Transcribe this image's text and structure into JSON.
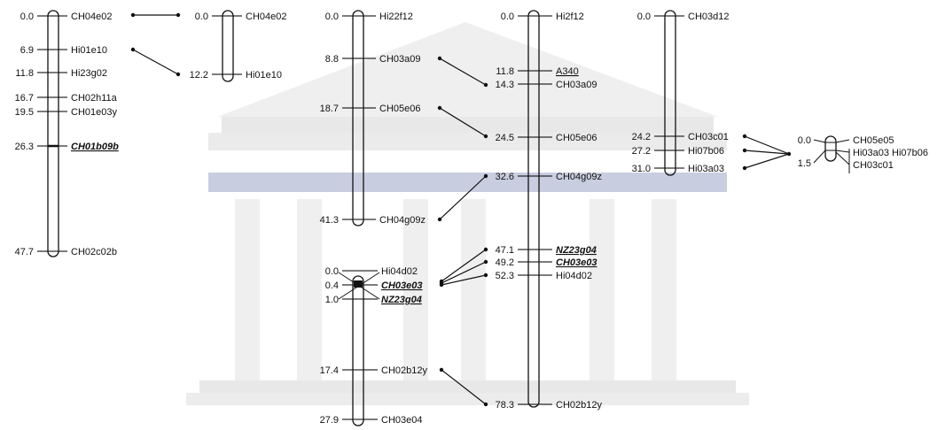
{
  "watermark": "institution-building-watermark",
  "colors": {
    "ink": "#111111",
    "watermark": "#e6e6e6",
    "watermark_band": "#c9cde0"
  },
  "groups": {
    "g1": {
      "chromA": {
        "markers": [
          {
            "pos": "0.0",
            "name": "CH04e02"
          },
          {
            "pos": "6.9",
            "name": "Hi01e10"
          },
          {
            "pos": "11.8",
            "name": "Hi23g02"
          },
          {
            "pos": "16.7",
            "name": "CH02h11a"
          },
          {
            "pos": "19.5",
            "name": "CH01e03y"
          },
          {
            "pos": "26.3",
            "name": "CH01b09b",
            "style": "italic"
          },
          {
            "pos": "47.7",
            "name": "CH02c02b"
          }
        ]
      },
      "chromB": {
        "markers": [
          {
            "pos": "0.0",
            "name": "CH04e02"
          },
          {
            "pos": "12.2",
            "name": "Hi01e10"
          }
        ]
      }
    },
    "g2": {
      "chromA": {
        "markers": [
          {
            "pos": "0.0",
            "name": "Hi22f12"
          },
          {
            "pos": "8.8",
            "name": "CH03a09"
          },
          {
            "pos": "18.7",
            "name": "CH05e06"
          },
          {
            "pos": "41.3",
            "name": "CH04g09z"
          }
        ]
      },
      "chromA2": {
        "markers": [
          {
            "pos": "0.0",
            "name": "Hi04d02"
          },
          {
            "pos": "0.4",
            "name": "CH03e03",
            "style": "italic"
          },
          {
            "pos": "1.0",
            "name": "NZ23g04",
            "style": "italic"
          },
          {
            "pos": "17.4",
            "name": "CH02b12y"
          },
          {
            "pos": "27.9",
            "name": "CH03e04"
          }
        ]
      },
      "chromB": {
        "markers": [
          {
            "pos": "0.0",
            "name": "Hi2f12"
          },
          {
            "pos": "11.8",
            "name": "A340",
            "style": "underline"
          },
          {
            "pos": "14.3",
            "name": "CH03a09"
          },
          {
            "pos": "24.5",
            "name": "CH05e06"
          },
          {
            "pos": "32.6",
            "name": "CH04g09z"
          },
          {
            "pos": "47.1",
            "name": "NZ23g04",
            "style": "italic"
          },
          {
            "pos": "49.2",
            "name": "CH03e03",
            "style": "italic"
          },
          {
            "pos": "52.3",
            "name": "Hi04d02"
          },
          {
            "pos": "78.3",
            "name": "CH02b12y"
          }
        ]
      }
    },
    "g3": {
      "chromA": {
        "markers": [
          {
            "pos": "0.0",
            "name": "CH03d12"
          },
          {
            "pos": "24.2",
            "name": "CH03c01"
          },
          {
            "pos": "27.2",
            "name": "Hi07b06"
          },
          {
            "pos": "31.0",
            "name": "Hi03a03"
          }
        ]
      },
      "chromB": {
        "markers": [
          {
            "pos": "0.0",
            "name": "CH05e05"
          },
          {
            "pos": "1.5",
            "name": "Hi03a03 Hi07b06"
          },
          {
            "pos": "",
            "name": "CH03c01"
          }
        ]
      }
    }
  }
}
